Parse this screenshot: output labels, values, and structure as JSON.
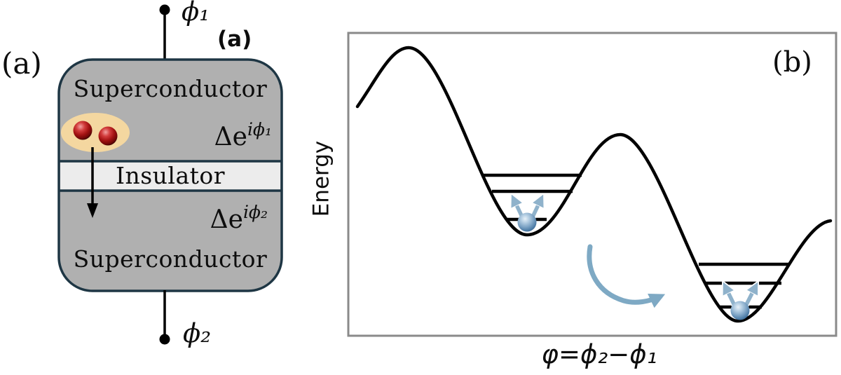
{
  "figure": {
    "panel_a": {
      "label": "(a)",
      "inner_label": "(a)",
      "terminal_top": "ϕ₁",
      "terminal_bottom": "ϕ₂",
      "layer_top": "Superconductor",
      "order_parameter_top_base": "Δe",
      "order_parameter_top_sup": "iϕ₁",
      "barrier": "Insulator",
      "order_parameter_bottom_base": "Δe",
      "order_parameter_bottom_sup": "iϕ₂",
      "layer_bottom": "Superconductor"
    },
    "panel_b": {
      "label": "(b)",
      "y_axis_label": "Energy",
      "x_axis_label": "φ=ϕ₂−ϕ₁",
      "wells": [
        {
          "energy_levels": 3,
          "occupant": "particle with two up arrows"
        },
        {
          "energy_levels": 3,
          "occupant": "particle with two up arrows"
        }
      ],
      "transition": "curved arrow from upper well to lower well"
    },
    "colors": {
      "superconductor_fill": "#b0b0b0",
      "insulator_fill": "#ececec",
      "device_border": "#1e3644",
      "cooper_pair_halo": "#f4d7a0",
      "electron_red": "#a31212",
      "plot_border": "#8a8a8a",
      "curve_black": "#000000",
      "big_arrow_blue": "#7ea9c4",
      "small_arrow_blue": "#8fb2cb"
    }
  },
  "chart_data": {
    "type": "line",
    "title": "",
    "xlabel": "φ=ϕ₂−ϕ₁",
    "ylabel": "Energy",
    "legend": [],
    "grid": false,
    "description": "Tilted washboard (double-well) potential: maximum, upper well with 3 quantized levels and a particle, second maximum, lower well with 3 quantized levels and a particle; curved arrow indicates relaxation from upper to lower well.",
    "curve_keypoints_rel_x_down_y": [
      [
        0.02,
        0.24
      ],
      [
        0.12,
        0.05
      ],
      [
        0.37,
        0.67
      ],
      [
        0.56,
        0.34
      ],
      [
        0.8,
        0.95
      ],
      [
        0.99,
        0.62
      ]
    ]
  }
}
